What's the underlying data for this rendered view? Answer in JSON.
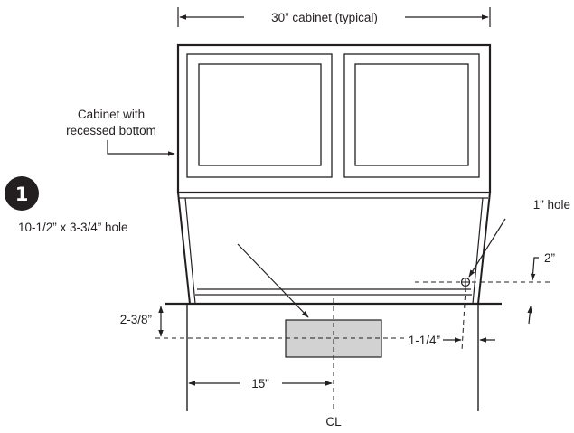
{
  "step_number": "1",
  "labels": {
    "cabinet_width": "30” cabinet (typical)",
    "cabinet_note_line1": "Cabinet with",
    "cabinet_note_line2": "recessed bottom",
    "rect_hole": "10-1/2” x 3-3/4” hole",
    "round_hole": "1” hole",
    "offset_2": "2”",
    "depth_2_3_8": "2-3/8”",
    "offset_1_1_4": "1-1/4”",
    "dist_15": "15”",
    "centerline": "CL"
  },
  "colors": {
    "line": "#231f20",
    "hole_fill": "#d2d2d2",
    "badge": "#231f20"
  }
}
